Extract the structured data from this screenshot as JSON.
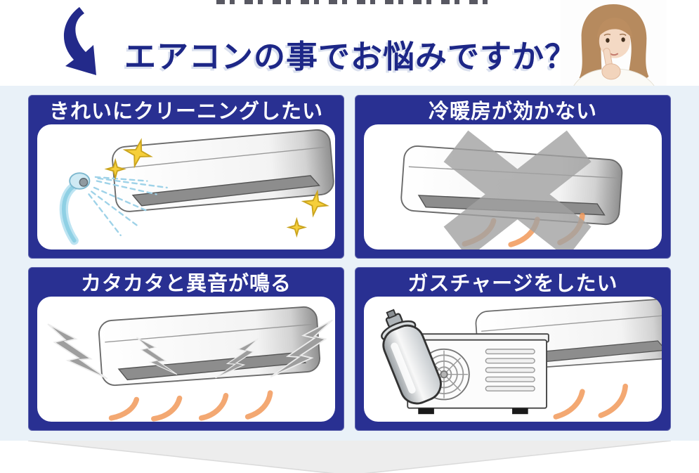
{
  "header": {
    "headline": "エアコンの事でお悩みですか？",
    "arrow_icon": "curved-arrow-down-right",
    "photo": "thinking-woman"
  },
  "panels": [
    {
      "id": "cleaning",
      "label": "きれいにクリーニングしたい",
      "icon": "shower-spray-ac-illustration"
    },
    {
      "id": "no-cooling",
      "label": "冷暖房が効かない",
      "icon": "ac-crossed-out-illustration"
    },
    {
      "id": "rattling",
      "label": "カタカタと異音が鳴る",
      "icon": "ac-lightning-noise-illustration"
    },
    {
      "id": "gas-charge",
      "label": "ガスチャージをしたい",
      "icon": "gas-can-outdoor-unit-illustration"
    }
  ],
  "colors": {
    "panel_navy": "#293092",
    "headline_navy": "#1d2787",
    "section_bg": "#e9f1f8",
    "page_bg": "#ffffff",
    "chevron_gray": "#ededed",
    "airflow_orange": "#f2995a",
    "star_yellow": "#f6cf3a",
    "cross_gray": "#a2a2a2",
    "bolt_gray": "#9e9e9e",
    "shower_blue": "#9ed2e8"
  }
}
